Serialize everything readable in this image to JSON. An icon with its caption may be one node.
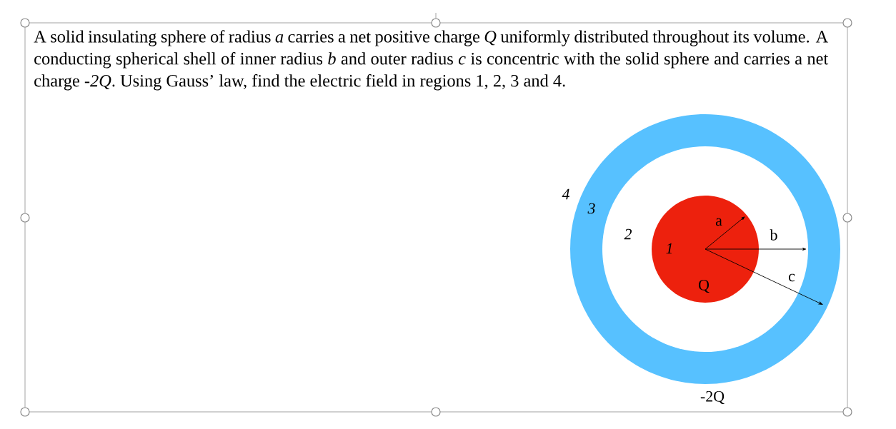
{
  "diagram": {
    "labels": [
      "A solid insulating sphere of radius *a* carries a net positive charge *Q* uniformly distributed throughout its volume.  A conducting spherical shell of inner radius *b* and outer radius *c* is concentric with the solid sphere and carries a net charge -*2Q*.  Using Gauss’ law, find the electric field in regions 1, 2, 3 and 4.",
      "4",
      "3",
      "a",
      "2",
      "b",
      "1",
      "c",
      "Q",
      "-2Q"
    ]
  }
}
